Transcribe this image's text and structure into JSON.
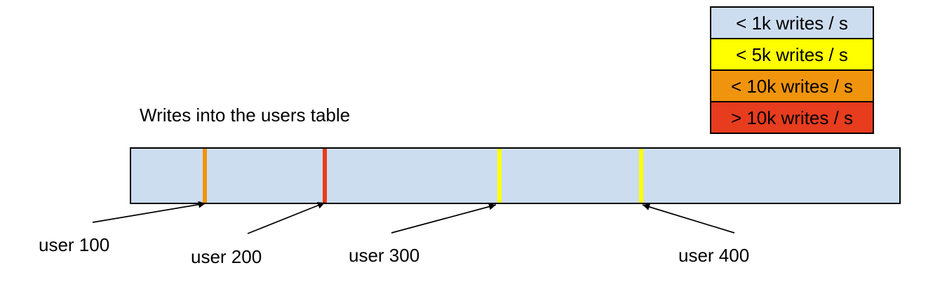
{
  "title": "Writes into the users table",
  "legend": {
    "items": [
      {
        "label": "< 1k writes / s",
        "color": "#cdddf0"
      },
      {
        "label": "< 5k writes / s",
        "color": "#ffff00"
      },
      {
        "label": "< 10k writes / s",
        "color": "#f0940e"
      },
      {
        "label": "> 10k writes / s",
        "color": "#e73c1e"
      }
    ]
  },
  "diagram": {
    "bar_fill": "#cdddf0",
    "bar_border": "#000000",
    "ticks": [
      {
        "label": "user 100",
        "color": "#f0940e"
      },
      {
        "label": "user 200",
        "color": "#e73c1e"
      },
      {
        "label": "user 300",
        "color": "#ffff00"
      },
      {
        "label": "user 400",
        "color": "#ffff00"
      }
    ]
  }
}
